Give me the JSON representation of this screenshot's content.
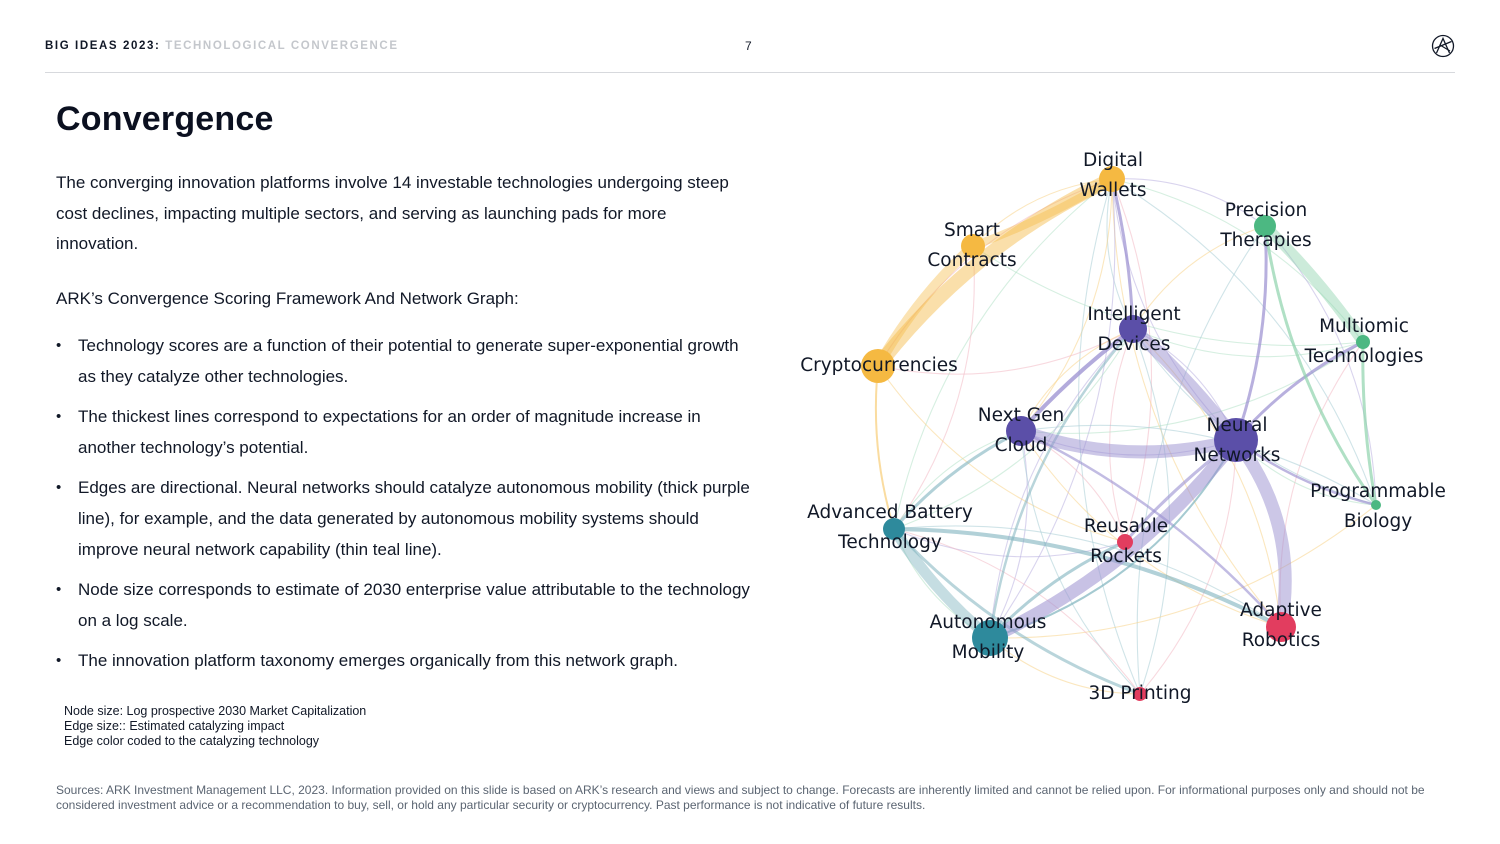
{
  "header": {
    "brand": "BIG IDEAS 2023",
    "brand_sep": ":",
    "brand_sub": "TECHNOLOGICAL CONVERGENCE",
    "page_number": "7"
  },
  "title": "Convergence",
  "intro": "The converging innovation platforms involve 14 investable technologies undergoing steep cost declines, impacting multiple sectors, and serving as launching pads for more innovation.",
  "framework_heading": "ARK’s Convergence Scoring Framework And Network Graph:",
  "bullets": [
    "Technology scores are a function of their potential to generate super-exponential growth as they catalyze other technologies.",
    "The thickest lines correspond to expectations for an order of magnitude increase in another technology’s potential.",
    "Edges are directional. Neural networks should catalyze autonomous mobility (thick purple line), for example, and the data generated by autonomous mobility systems should improve neural network capability (thin teal line).",
    "Node size corresponds to estimate of 2030 enterprise value attributable to the technology on a log scale.",
    "The innovation platform taxonomy emerges organically from this network graph."
  ],
  "legend_notes": [
    "Node size: Log prospective 2030 Market Capitalization",
    "Edge size:: Estimated catalyzing impact",
    "Edge color coded to the catalyzing technology"
  ],
  "sources": "Sources: ARK Investment Management LLC, 2023. Information provided on this slide is based on ARK’s research and views and subject to change. Forecasts are inherently limited and cannot be relied upon. For informational purposes only and should not be considered investment advice or a recommendation to buy, sell, or hold any particular security or cryptocurrency. Past performance is not indicative of future results.",
  "colors": {
    "blockchain": "#f5b942",
    "ai": "#5b4fa8",
    "robotics": "#2e8a9c",
    "multiomics": "#4cb882",
    "space_red": "#e23d5f",
    "text": "#111827",
    "muted": "#c4c7cc"
  },
  "graph": {
    "nodes": [
      {
        "id": "digital-wallets",
        "lines": [
          "Digital",
          "Wallets"
        ],
        "color": "#f5b942"
      },
      {
        "id": "smart-contracts",
        "lines": [
          "Smart",
          "Contracts"
        ],
        "color": "#f5b942"
      },
      {
        "id": "precision-therapies",
        "lines": [
          "Precision",
          "Therapies"
        ],
        "color": "#4cb882"
      },
      {
        "id": "intelligent-devices",
        "lines": [
          "Intelligent",
          "Devices"
        ],
        "color": "#5b4fa8"
      },
      {
        "id": "multiomic-technologies",
        "lines": [
          "Multiomic",
          "Technologies"
        ],
        "color": "#4cb882"
      },
      {
        "id": "cryptocurrencies",
        "lines": [
          "Cryptocurrencies"
        ],
        "color": "#f5b942"
      },
      {
        "id": "next-gen-cloud",
        "lines": [
          "Next Gen",
          "Cloud"
        ],
        "color": "#5b4fa8"
      },
      {
        "id": "neural-networks",
        "lines": [
          "Neural",
          "Networks"
        ],
        "color": "#5b4fa8"
      },
      {
        "id": "programmable-biology",
        "lines": [
          "Programmable",
          "Biology"
        ],
        "color": "#4cb882"
      },
      {
        "id": "advanced-battery-technology",
        "lines": [
          "Advanced Battery",
          "Technology"
        ],
        "color": "#2e8a9c"
      },
      {
        "id": "reusable-rockets",
        "lines": [
          "Reusable",
          "Rockets"
        ],
        "color": "#e23d5f"
      },
      {
        "id": "adaptive-robotics",
        "lines": [
          "Adaptive",
          "Robotics"
        ],
        "color": "#e23d5f"
      },
      {
        "id": "autonomous-mobility",
        "lines": [
          "Autonomous",
          "Mobility"
        ],
        "color": "#2e8a9c"
      },
      {
        "id": "3d-printing",
        "lines": [
          "3D Printing"
        ],
        "color": "#e23d5f"
      }
    ]
  }
}
